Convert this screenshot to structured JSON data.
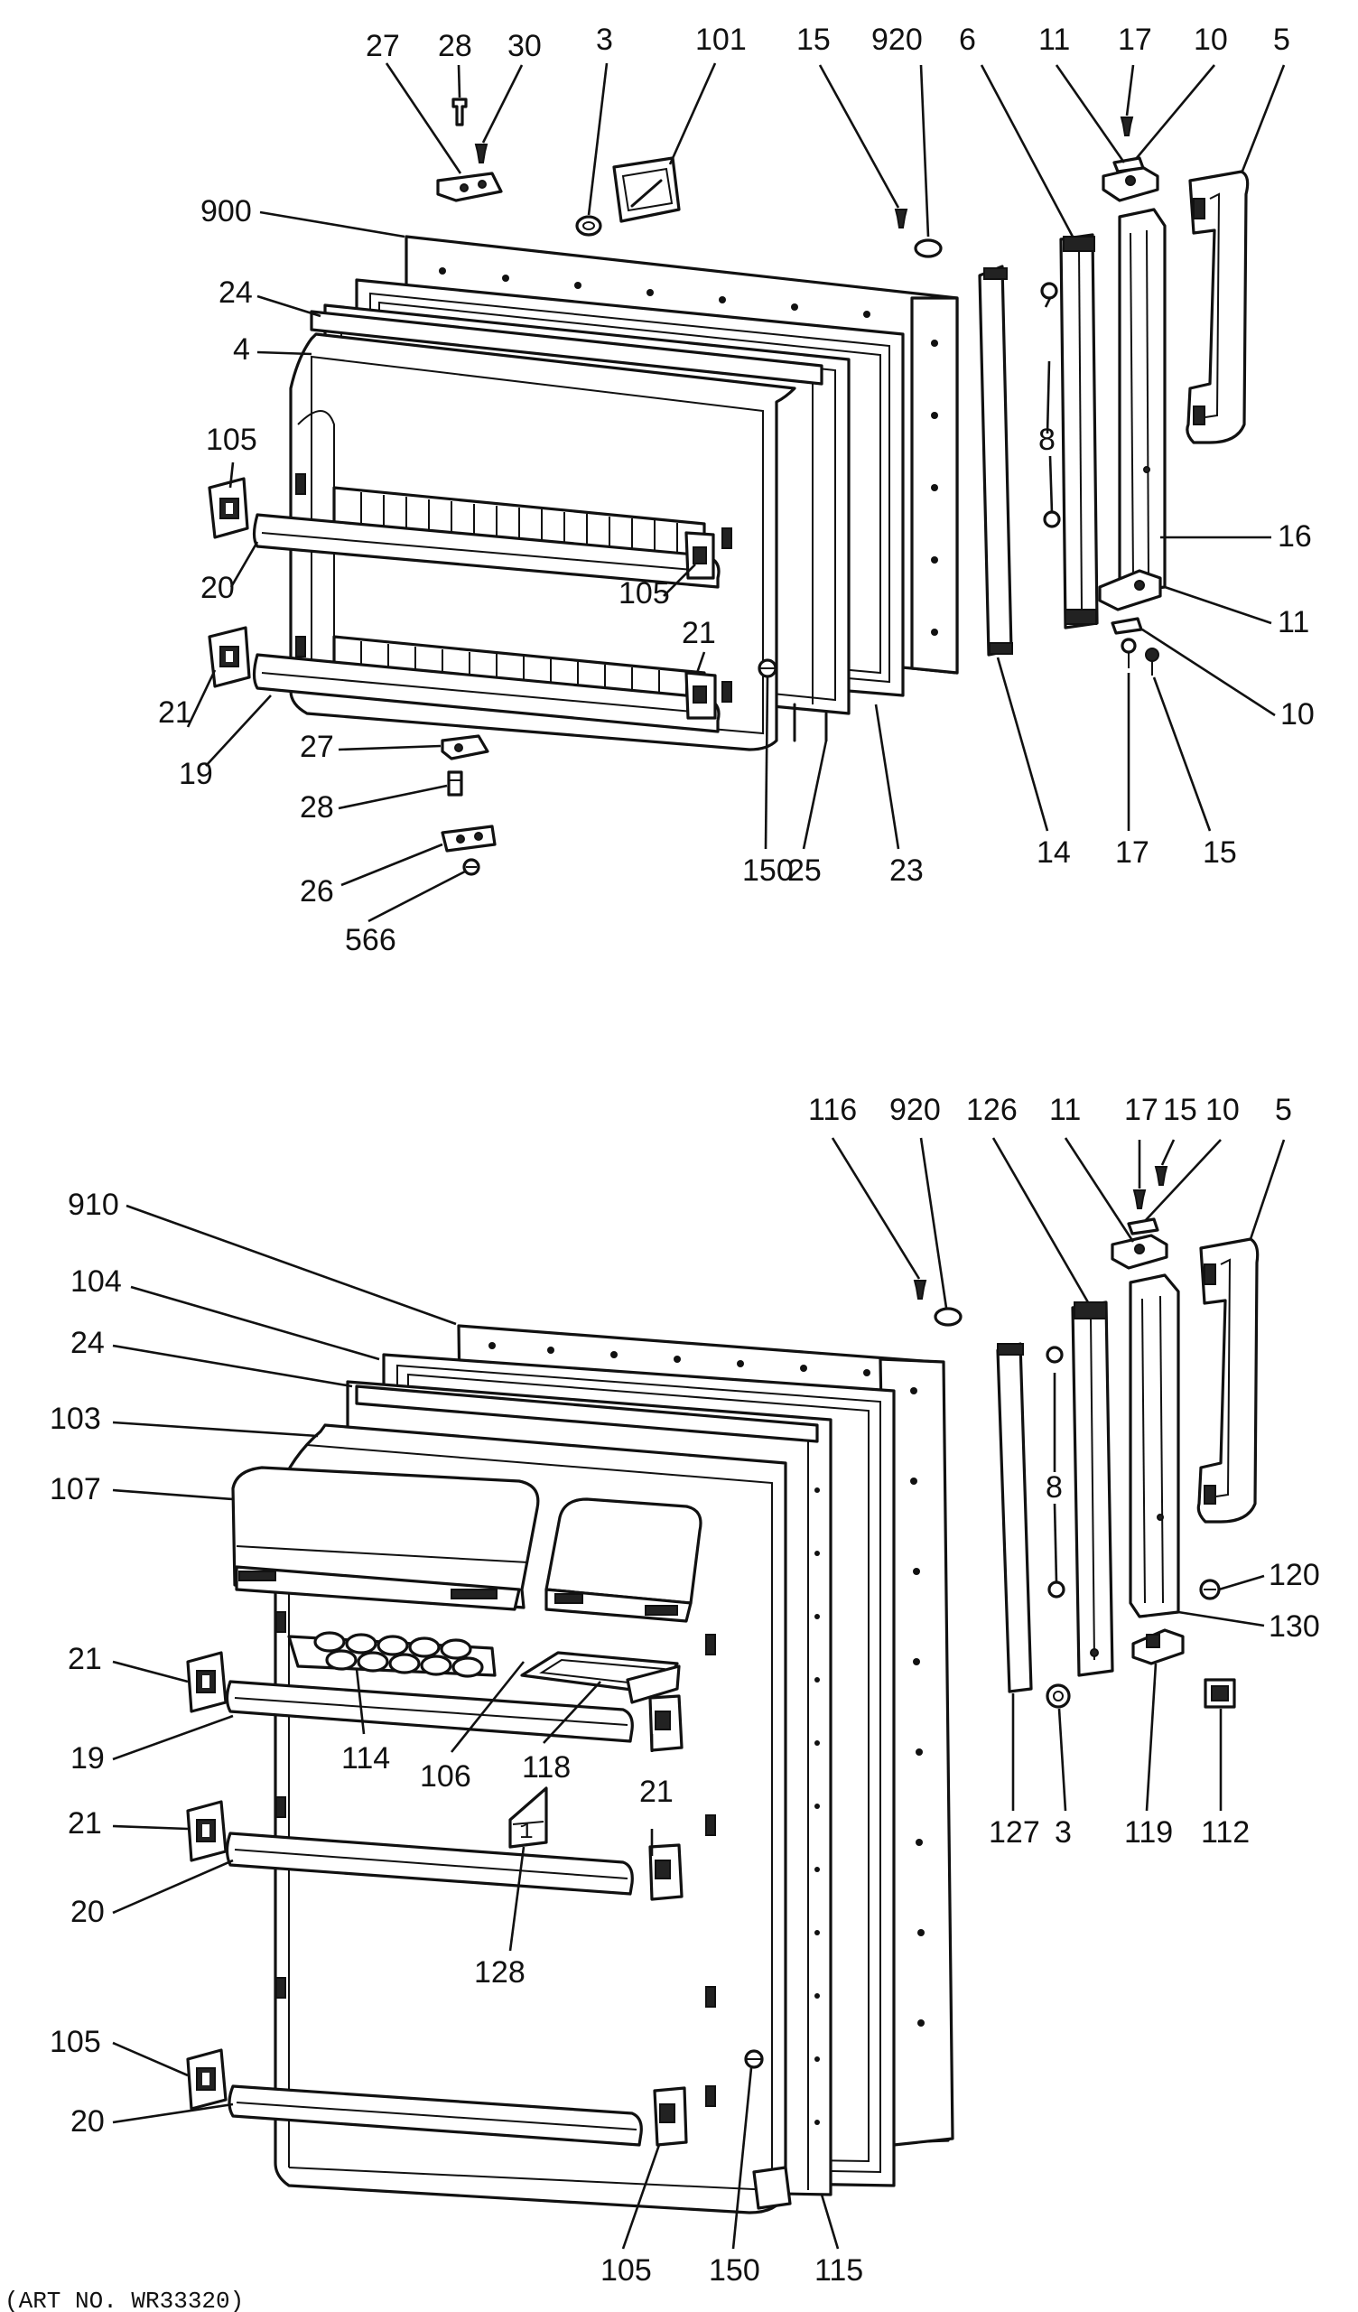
{
  "top_assembly": {
    "labels": [
      "27",
      "28",
      "30",
      "3",
      "101",
      "15",
      "920",
      "6",
      "11",
      "17",
      "10",
      "5",
      "900",
      "24",
      "4",
      "105",
      "20",
      "105",
      "21",
      "21",
      "19",
      "16",
      "11",
      "10",
      "27",
      "28",
      "26",
      "566",
      "150",
      "25",
      "23",
      "14",
      "17",
      "15",
      "8"
    ]
  },
  "bottom_assembly": {
    "labels": [
      "116",
      "920",
      "126",
      "11",
      "17",
      "15",
      "10",
      "5",
      "910",
      "104",
      "24",
      "103",
      "107",
      "21",
      "19",
      "114",
      "106",
      "118",
      "21",
      "21",
      "20",
      "128",
      "105",
      "20",
      "105",
      "150",
      "115",
      "120",
      "130",
      "8",
      "127",
      "3",
      "119",
      "112"
    ]
  },
  "footer": "(ART NO. WR33320)"
}
